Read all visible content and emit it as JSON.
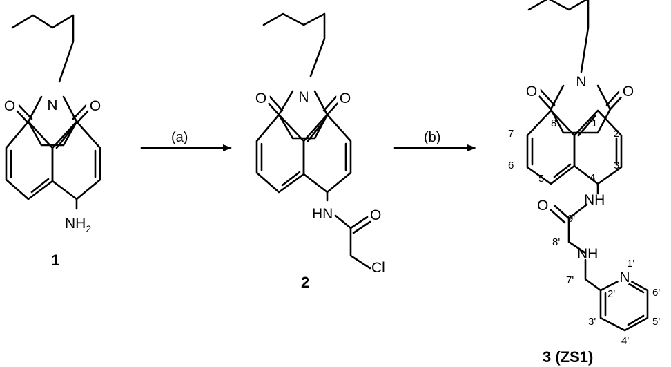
{
  "figure": {
    "arrows": [
      {
        "id": "a",
        "label": "(a)"
      },
      {
        "id": "b",
        "label": "(b)"
      }
    ],
    "compounds": [
      {
        "id": "1",
        "label": "1",
        "atoms": {
          "o_left": "O",
          "n_imide": "N",
          "o_right": "O",
          "nh2": "NH",
          "nh2_sub": "2"
        }
      },
      {
        "id": "2",
        "label": "2",
        "atoms": {
          "o_left": "O",
          "n_imide": "N",
          "o_right": "O",
          "nh": "HN",
          "o_amide": "O",
          "cl": "Cl"
        }
      },
      {
        "id": "3",
        "label": "3 (ZS1)",
        "atoms": {
          "o_left": "O",
          "n_imide": "N",
          "o_right": "O",
          "nh_amide": "NH",
          "o_amide": "O",
          "nh_amine": "NH",
          "n_pyridine": "N"
        },
        "numbering": {
          "c1": "1",
          "c2": "2",
          "c3": "3",
          "c4": "4",
          "c5": "5",
          "c6": "6",
          "c7": "7",
          "c8": "8",
          "c9p": "9'",
          "c8p": "8'",
          "c7p": "7'",
          "n1p": "1'",
          "c2p": "2'",
          "c3p": "3'",
          "c4p": "4'",
          "c5p": "5'",
          "c6p": "6'"
        }
      }
    ]
  }
}
